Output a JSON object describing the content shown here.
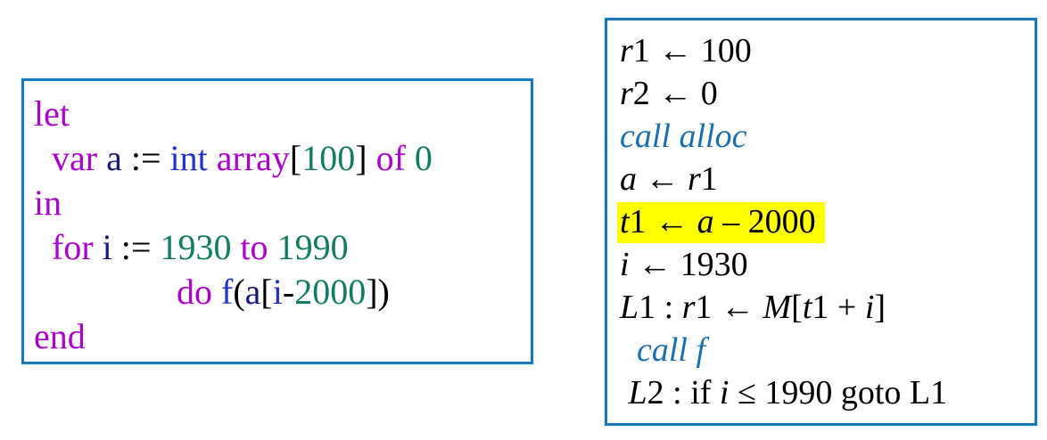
{
  "page": {
    "background": "#ffffff"
  },
  "colors": {
    "keyword_magenta": "#aa00cc",
    "identifier_navy": "#1b1b78",
    "type_blue": "#2233cc",
    "number_green": "#117d5e",
    "plain_black": "#000000",
    "call_blue": "#1d6fad",
    "panel_border_blue": "#1b77bb",
    "highlight_yellow": "#ffff00"
  },
  "left_panel": {
    "name": "tiger-source-code",
    "lines": [
      {
        "tokens": [
          {
            "t": "let",
            "c": "keyword_magenta"
          }
        ]
      },
      {
        "tokens": [
          {
            "t": "  ",
            "c": "plain_black"
          },
          {
            "t": "var ",
            "c": "keyword_magenta"
          },
          {
            "t": "a ",
            "c": "identifier_navy"
          },
          {
            "t": ":= ",
            "c": "plain_black"
          },
          {
            "t": "int ",
            "c": "type_blue"
          },
          {
            "t": "array",
            "c": "keyword_magenta"
          },
          {
            "t": "[",
            "c": "plain_black"
          },
          {
            "t": "100",
            "c": "number_green"
          },
          {
            "t": "] ",
            "c": "plain_black"
          },
          {
            "t": "of ",
            "c": "keyword_magenta"
          },
          {
            "t": "0",
            "c": "number_green"
          }
        ]
      },
      {
        "tokens": [
          {
            "t": "in",
            "c": "keyword_magenta"
          }
        ]
      },
      {
        "tokens": [
          {
            "t": "  ",
            "c": "plain_black"
          },
          {
            "t": "for ",
            "c": "keyword_magenta"
          },
          {
            "t": "i ",
            "c": "identifier_navy"
          },
          {
            "t": ":= ",
            "c": "plain_black"
          },
          {
            "t": "1930 ",
            "c": "number_green"
          },
          {
            "t": "to ",
            "c": "keyword_magenta"
          },
          {
            "t": "1990",
            "c": "number_green"
          }
        ]
      },
      {
        "tokens": [
          {
            "t": "                ",
            "c": "plain_black"
          },
          {
            "t": "do ",
            "c": "keyword_magenta"
          },
          {
            "t": "f",
            "c": "type_blue"
          },
          {
            "t": "(",
            "c": "plain_black"
          },
          {
            "t": "a",
            "c": "identifier_navy"
          },
          {
            "t": "[",
            "c": "plain_black"
          },
          {
            "t": "i",
            "c": "type_blue"
          },
          {
            "t": "-",
            "c": "plain_black"
          },
          {
            "t": "2000",
            "c": "number_green"
          },
          {
            "t": "])",
            "c": "plain_black"
          }
        ]
      },
      {
        "tokens": [
          {
            "t": "end",
            "c": "keyword_magenta"
          }
        ]
      }
    ]
  },
  "right_panel": {
    "name": "assembly-translation",
    "lines": [
      {
        "tokens": [
          {
            "t": "r",
            "c": "plain_black",
            "s": "italic"
          },
          {
            "t": "1 ← 100",
            "c": "plain_black"
          }
        ]
      },
      {
        "tokens": [
          {
            "t": "r",
            "c": "plain_black",
            "s": "italic"
          },
          {
            "t": "2 ← 0",
            "c": "plain_black"
          }
        ]
      },
      {
        "tokens": [
          {
            "t": "call alloc",
            "c": "call_blue",
            "s": "italic"
          }
        ]
      },
      {
        "tokens": [
          {
            "t": "a",
            "c": "plain_black",
            "s": "italic"
          },
          {
            "t": " ← ",
            "c": "plain_black"
          },
          {
            "t": "r",
            "c": "plain_black",
            "s": "italic"
          },
          {
            "t": "1",
            "c": "plain_black"
          }
        ]
      },
      {
        "highlight": true,
        "tokens": [
          {
            "t": "t",
            "c": "plain_black",
            "s": "italic"
          },
          {
            "t": "1 ← ",
            "c": "plain_black"
          },
          {
            "t": "a",
            "c": "plain_black",
            "s": "italic"
          },
          {
            "t": " – 2000",
            "c": "plain_black"
          }
        ]
      },
      {
        "tokens": [
          {
            "t": "i",
            "c": "plain_black",
            "s": "italic"
          },
          {
            "t": " ← 1930",
            "c": "plain_black"
          }
        ]
      },
      {
        "tokens": [
          {
            "t": "L",
            "c": "plain_black",
            "s": "italic"
          },
          {
            "t": "1 : ",
            "c": "plain_black"
          },
          {
            "t": "r",
            "c": "plain_black",
            "s": "italic"
          },
          {
            "t": "1 ← ",
            "c": "plain_black"
          },
          {
            "t": "M",
            "c": "plain_black",
            "s": "italic"
          },
          {
            "t": "[",
            "c": "plain_black"
          },
          {
            "t": "t",
            "c": "plain_black",
            "s": "italic"
          },
          {
            "t": "1 + ",
            "c": "plain_black"
          },
          {
            "t": "i",
            "c": "plain_black",
            "s": "italic"
          },
          {
            "t": "]",
            "c": "plain_black"
          }
        ]
      },
      {
        "tokens": [
          {
            "t": "  ",
            "c": "plain_black"
          },
          {
            "t": "call f",
            "c": "call_blue",
            "s": "italic"
          }
        ]
      },
      {
        "tokens": [
          {
            "t": " ",
            "c": "plain_black"
          },
          {
            "t": "L",
            "c": "plain_black",
            "s": "italic"
          },
          {
            "t": "2 : if ",
            "c": "plain_black"
          },
          {
            "t": "i",
            "c": "plain_black",
            "s": "italic"
          },
          {
            "t": " ≤ 1990 goto L1",
            "c": "plain_black"
          }
        ]
      }
    ]
  }
}
